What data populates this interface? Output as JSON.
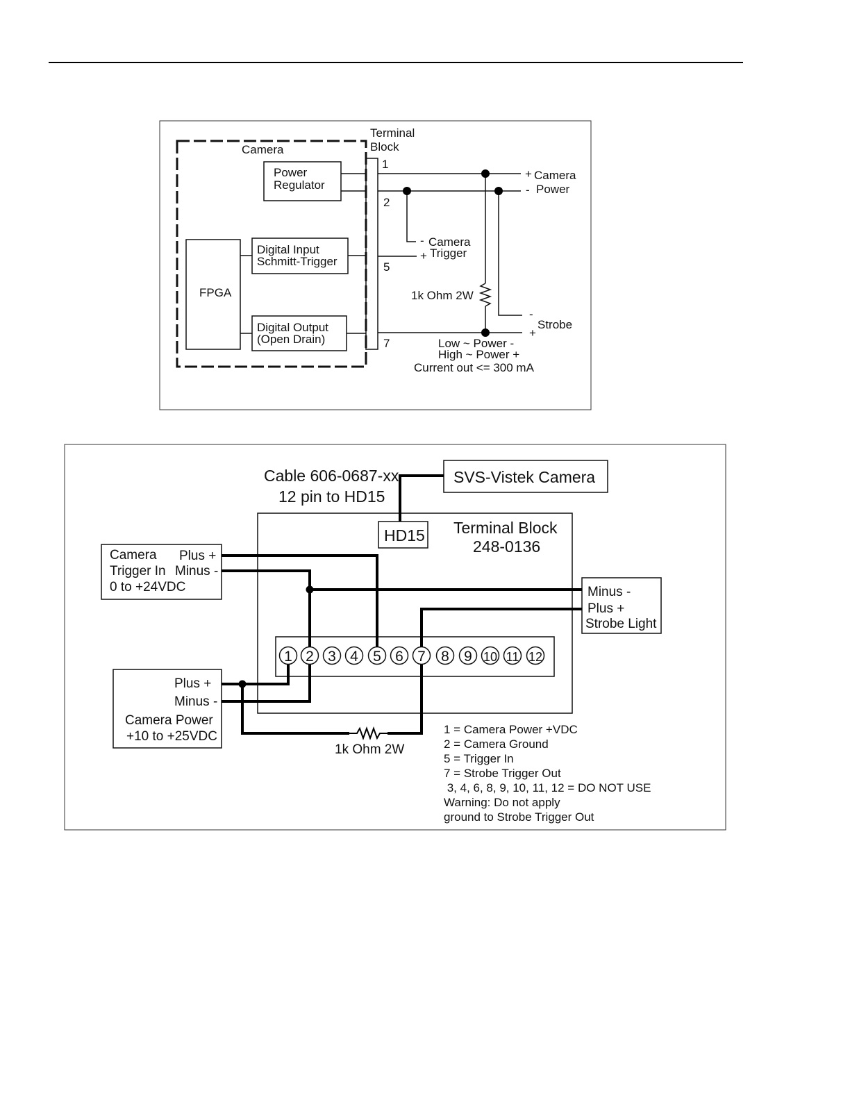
{
  "diagram1": {
    "terminal_block_title": [
      "Terminal",
      "Block"
    ],
    "camera_label": "Camera",
    "power_regulator": [
      "Power",
      "Regulator"
    ],
    "fpga": "FPGA",
    "digital_input": [
      "Digital Input",
      "Schmitt-Trigger"
    ],
    "digital_output": [
      "Digital Output",
      "(Open Drain)"
    ],
    "pins": [
      "1",
      "2",
      "5",
      "7"
    ],
    "camera_power": {
      "plus": "+",
      "minus": "-",
      "line1": "Camera",
      "line2": "Power"
    },
    "camera_trigger": {
      "minus": "-",
      "plus": "+",
      "line1": "Camera",
      "line2": "Trigger"
    },
    "resistor": "1k Ohm 2W",
    "strobe": {
      "minus": "-",
      "plus": "+",
      "label": "Strobe"
    },
    "notes": [
      "Low ~ Power -",
      "High ~ Power +",
      "Current out <= 300 mA"
    ]
  },
  "diagram2": {
    "cable": [
      "Cable 606-0687-xx",
      "12 pin to HD15"
    ],
    "camera": "SVS-Vistek Camera",
    "hd15": "HD15",
    "terminal_block": [
      "Terminal Block",
      "248-0136"
    ],
    "trigger_box": {
      "line1": "Camera",
      "line2": "Trigger In",
      "line3": "0 to +24VDC",
      "plus": "Plus +",
      "minus": "Minus -"
    },
    "strobe_box": {
      "minus": "Minus -",
      "plus": "Plus +",
      "label": "Strobe Light"
    },
    "power_box": {
      "plus": "Plus +",
      "minus": "Minus -",
      "line1": "Camera Power",
      "line2": "+10 to +25VDC"
    },
    "pins": [
      "1",
      "2",
      "3",
      "4",
      "5",
      "6",
      "7",
      "8",
      "9",
      "10",
      "11",
      "12"
    ],
    "resistor": "1k Ohm 2W",
    "legend": [
      "1 = Camera Power +VDC",
      "2 = Camera Ground",
      "5 = Trigger In",
      "7 = Strobe Trigger Out",
      " 3, 4, 6, 8, 9, 10, 11, 12 = DO NOT USE",
      "Warning: Do not apply",
      "ground to Strobe Trigger Out"
    ]
  }
}
